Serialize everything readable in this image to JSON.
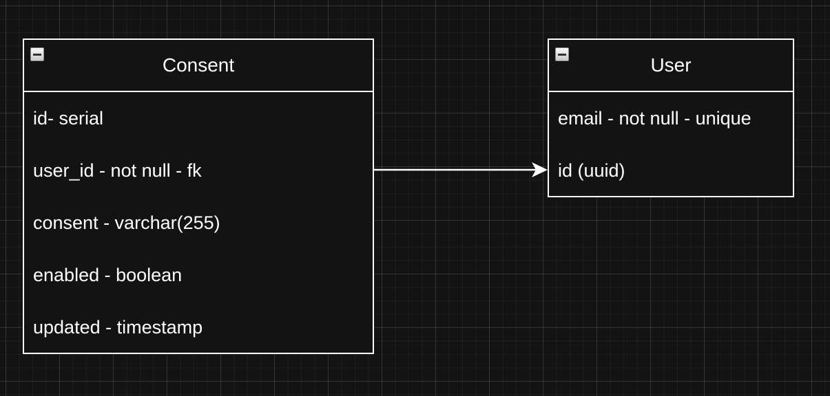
{
  "entities": {
    "consent": {
      "title": "Consent",
      "fields": [
        "id- serial",
        "user_id - not null - fk",
        "consent - varchar(255)",
        "enabled - boolean",
        "updated - timestamp"
      ]
    },
    "user": {
      "title": "User",
      "fields": [
        "email - not null - unique",
        "id (uuid)"
      ]
    }
  },
  "colors": {
    "background": "#131313",
    "stroke": "#ffffff",
    "text": "#ffffff"
  }
}
